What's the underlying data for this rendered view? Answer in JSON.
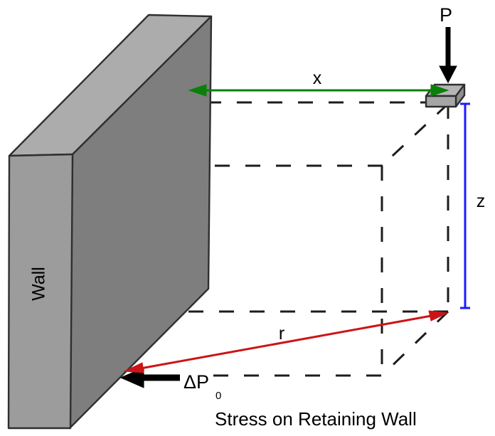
{
  "title": "Stress on Retaining Wall",
  "wall": {
    "label": "Wall"
  },
  "annotations": {
    "point_load": "P",
    "horizontal_distance": "x",
    "depth": "z",
    "radial_distance": "r",
    "lateral_pressure": "ΔP",
    "lateral_pressure_subscript": "0"
  },
  "colors": {
    "background": "#ffffff",
    "x_arrow_green": "#098109",
    "z_line_blue": "#1b1bff",
    "r_arrow_red": "#cc1417",
    "force_black": "#000000",
    "wall_top_gray": "#acacac",
    "wall_front_gray": "#9c9c9c",
    "wall_side_gray": "#7e7e7e",
    "block_top_gray": "#b5b5b5",
    "block_front_gray": "#a6a6a6",
    "block_side_gray": "#8f8f8f",
    "dashed_black": "#1c1c1c",
    "outline_dark": "#2f2f2f",
    "label_text": "#000000"
  }
}
